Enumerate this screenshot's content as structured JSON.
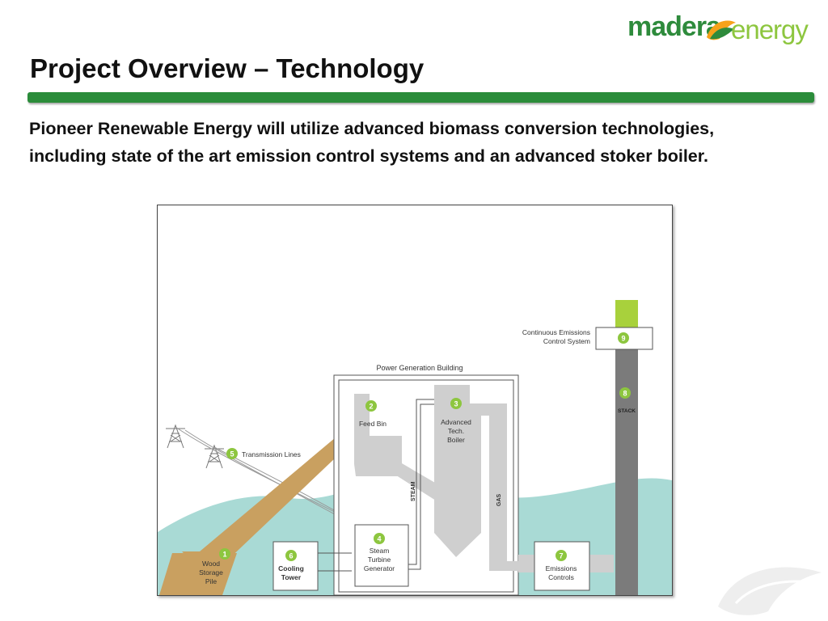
{
  "logo": {
    "part1": "madera",
    "part2": "energy"
  },
  "slide": {
    "title": "Project Overview – Technology",
    "description": "Pioneer Renewable Energy will utilize advanced biomass conversion technologies, including state of the art emission control systems and an advanced stoker boiler."
  },
  "diagram": {
    "building_label": "Power Generation Building",
    "steam_label": "STEAM",
    "gas_label": "GAS",
    "stack_label": "STACK",
    "components": [
      {
        "number": "1",
        "lines": [
          "Wood",
          "Storage",
          "Pile"
        ]
      },
      {
        "number": "2",
        "lines": [
          "Feed Bin"
        ]
      },
      {
        "number": "3",
        "lines": [
          "Advanced",
          "Tech.",
          "Boiler"
        ]
      },
      {
        "number": "4",
        "lines": [
          "Steam",
          "Turbine",
          "Generator"
        ]
      },
      {
        "number": "5",
        "lines": [
          "Transmission Lines"
        ]
      },
      {
        "number": "6",
        "lines": [
          "Cooling",
          "Tower"
        ]
      },
      {
        "number": "7",
        "lines": [
          "Emissions",
          "Controls"
        ]
      },
      {
        "number": "8",
        "lines": []
      },
      {
        "number": "9",
        "lines": [
          "Continuous Emissions",
          "Control System"
        ]
      }
    ]
  },
  "colors": {
    "brand_green": "#2b8c3a",
    "marker_green": "#8dc63f",
    "water": "#a9dad5",
    "equipment_gray": "#cfcfcf",
    "stack_gray": "#7b7b7b",
    "wood": "#c9a060"
  }
}
